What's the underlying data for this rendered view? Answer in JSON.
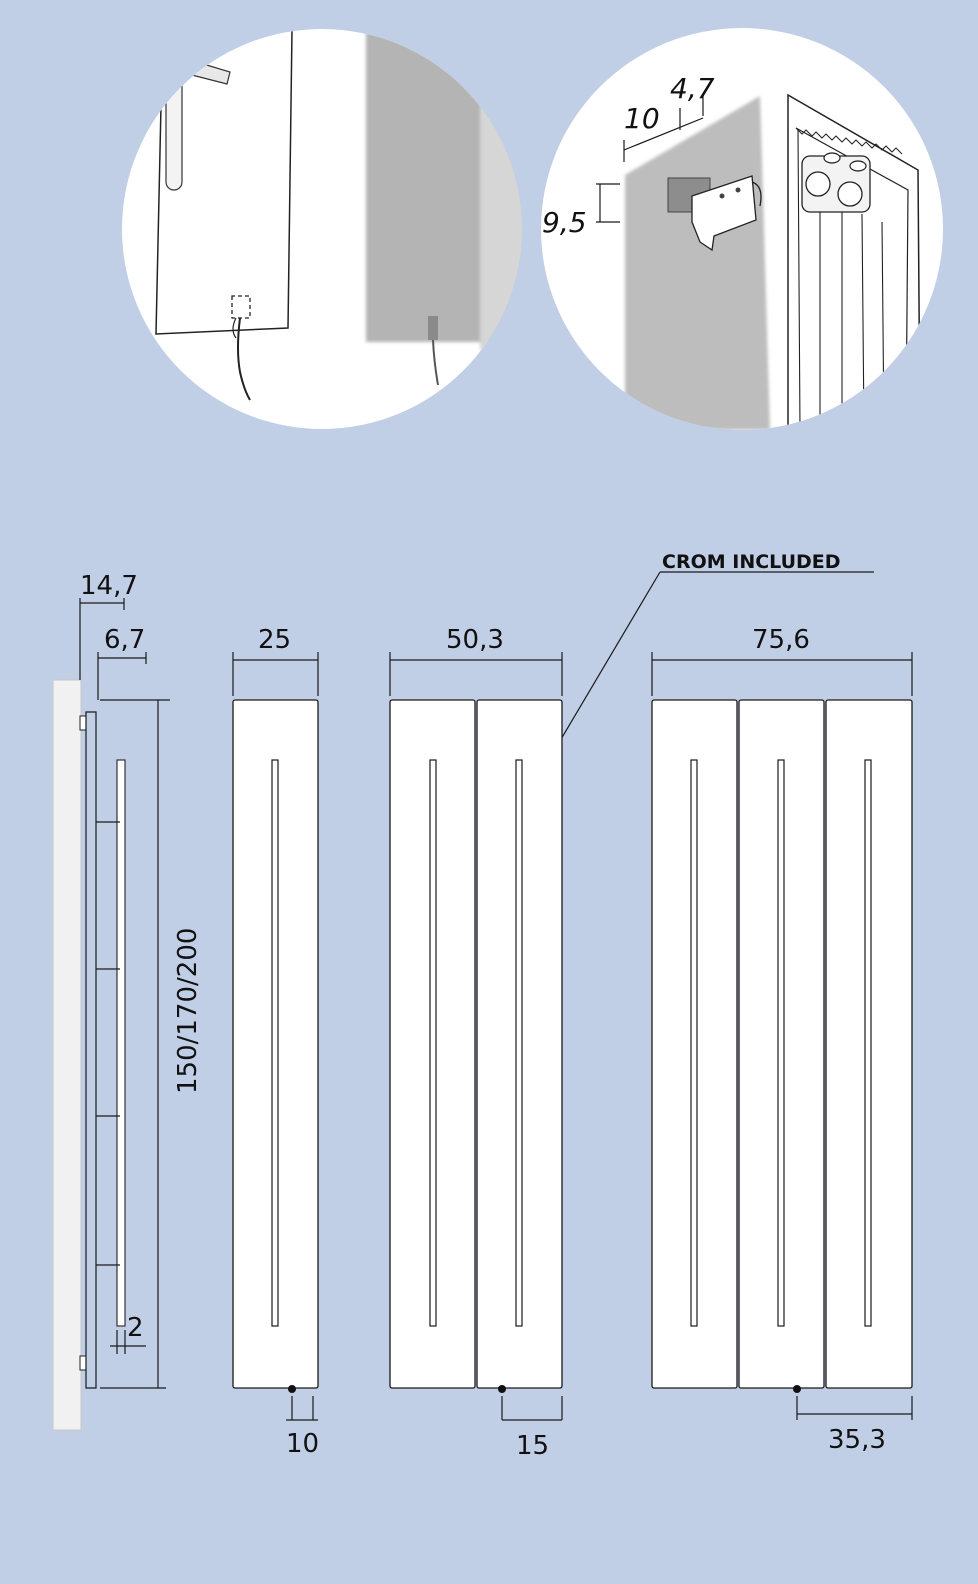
{
  "detail_views": {
    "left_circle": {
      "description_icon": "cable-connection-icon"
    },
    "right_circle": {
      "dimension_10": "10",
      "dimension_4_7": "4,7",
      "dimension_9_5": "9,5"
    }
  },
  "callout": {
    "label": "CROM INCLUDED"
  },
  "side_view": {
    "depth_total": "14,7",
    "depth_front": "6,7",
    "height": "150/170/200",
    "bar_offset": "2"
  },
  "single_panel": {
    "width": "25",
    "valve_offset": "10"
  },
  "double_panel": {
    "width": "50,3",
    "valve_offset": "15"
  },
  "triple_panel": {
    "width": "75,6",
    "valve_offset": "35,3"
  },
  "colors": {
    "background": "#c0cee6",
    "panel": "#ffffff",
    "line": "#1a1a1a"
  }
}
